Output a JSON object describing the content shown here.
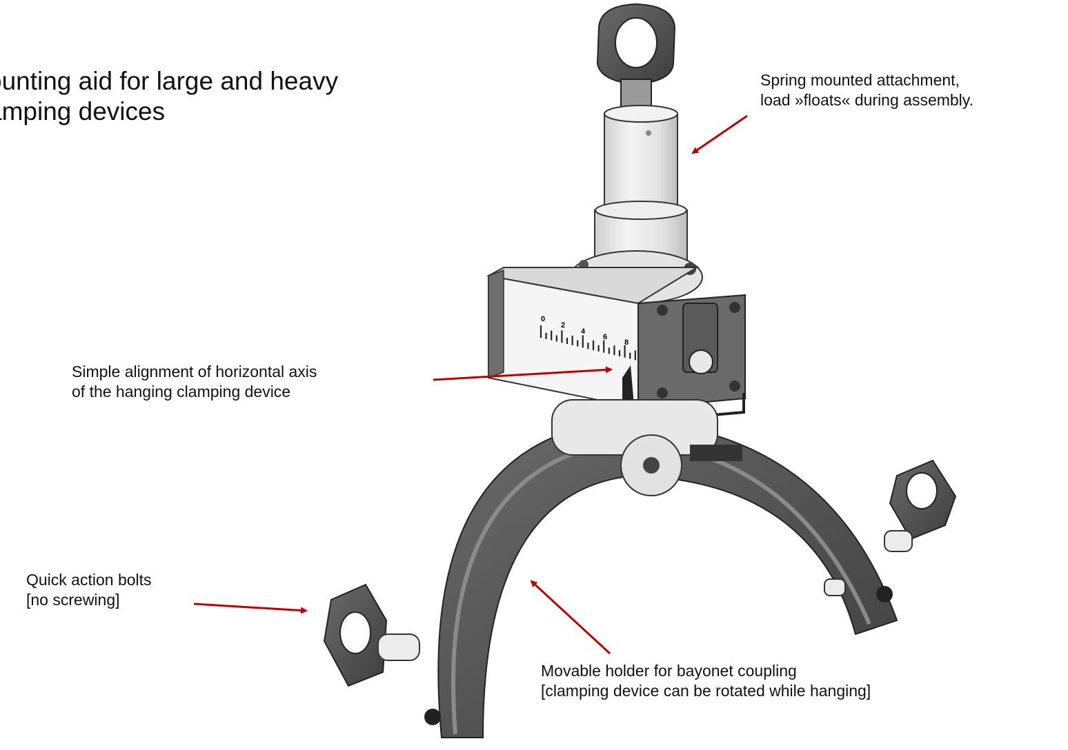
{
  "title": {
    "line1": "ounting aid for large and heavy",
    "line2": "amping devices"
  },
  "callouts": {
    "spring": {
      "line1": "Spring mounted attachment,",
      "line2": "load »floats« during assembly."
    },
    "alignment": {
      "line1": "Simple alignment of horizontal axis",
      "line2": "of the hanging clamping device"
    },
    "bolts": {
      "line1": "Quick action bolts",
      "line2": "[no screwing]"
    },
    "holder": {
      "line1": "Movable holder for bayonet coupling",
      "line2": "[clamping device can be rotated while hanging]"
    }
  },
  "scale": {
    "labels": [
      "0",
      "2",
      "4",
      "6",
      "8"
    ]
  },
  "colors": {
    "arrow": "#c00000",
    "metal_dark": "#555555",
    "metal_light": "#e6e6e6"
  }
}
